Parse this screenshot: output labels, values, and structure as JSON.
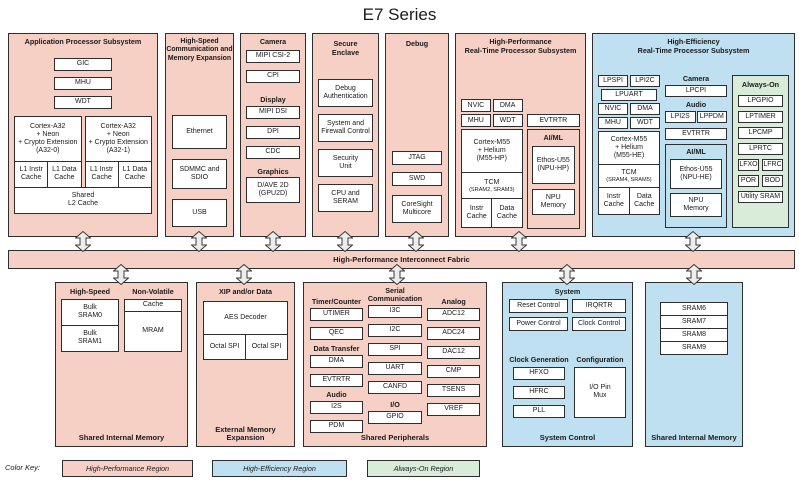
{
  "title": "E7 Series",
  "colors": {
    "region_high_performance": "#f6d0c5",
    "region_high_efficiency": "#bfe0f0",
    "region_always_on": "#d8ecd9",
    "border": "#2e2e2e"
  },
  "fabric_label": "High-Performance Interconnect Fabric",
  "top": {
    "app": {
      "title": "Application Processor Subsystem",
      "gic": "GIC",
      "mhu": "MHU",
      "wdt": "WDT",
      "cpu0": "Cortex-A32\n+ Neon\n+ Crypto Extension\n(A32-0)",
      "cpu1": "Cortex-A32\n+ Neon\n+ Crypto Extension\n(A32-1)",
      "l1i": "L1 Instr\nCache",
      "l1d": "L1 Data\nCache",
      "l2": "Shared\nL2 Cache"
    },
    "hscomm": {
      "title": "High-Speed\nCommunication and\nMemory Expansion",
      "ethernet": "Ethernet",
      "sdmmc": "SDMMC and\nSDIO",
      "usb": "USB"
    },
    "cam": {
      "camera_hdr": "Camera",
      "mipi_csi": "MIPI CSI-2",
      "cpi": "CPI",
      "display_hdr": "Display",
      "mipi_dsi": "MIPI DSI",
      "dpi": "DPI",
      "cdc": "CDC",
      "graphics_hdr": "Graphics",
      "gpu": "D/AVE 2D\n(GPU2D)"
    },
    "secure": {
      "title": "Secure\nEnclave",
      "items": [
        "Debug\nAuthentication",
        "System and\nFirewall Control",
        "Security\nUnit",
        "CPU and\nSERAM"
      ]
    },
    "debug": {
      "title": "Debug",
      "items": [
        "JTAG",
        "SWD",
        "CoreSight\nMulticore"
      ]
    },
    "hprt": {
      "title": "High-Performance\nReal-Time Processor Subsystem",
      "nvic": "NVIC",
      "dma": "DMA",
      "mhu": "MHU",
      "wdt": "WDT",
      "cpu": "Cortex-M55\n+ Helium\n(M55-HP)",
      "tcm": "TCM",
      "tcm_sub": "(SRAM2, SRAM3)",
      "icache": "Instr\nCache",
      "dcache": "Data\nCache",
      "evtrtr": "EVTRTR",
      "aiml_hdr": "AI/ML",
      "npu": "Ethos-U55\n(NPU-HP)",
      "npu_mem": "NPU\nMemory"
    },
    "hert": {
      "title": "High-Efficiency\nReal-Time Processor Subsystem",
      "lpspi": "LPSPI",
      "lpi2c": "LPI2C",
      "lpuart": "LPUART",
      "nvic": "NVIC",
      "dma": "DMA",
      "mhu": "MHU",
      "wdt": "WDT",
      "cpu": "Cortex-M55\n+ Helium\n(M55-HE)",
      "tcm": "TCM",
      "tcm_sub": "(SRAM4, SRAM5)",
      "icache": "Instr\nCache",
      "dcache": "Data\nCache",
      "camera_hdr": "Camera",
      "lpcpi": "LPCPI",
      "audio_hdr": "Audio",
      "lpi2s": "LPI2S",
      "lppdm": "LPPDM",
      "evtrtr": "EVTRTR",
      "aiml_hdr": "AI/ML",
      "npu": "Ethos-U55\n(NPU-HE)",
      "npu_mem": "NPU\nMemory",
      "ao": {
        "title": "Always-On",
        "items": [
          "LPGPIO",
          "LPTIMER",
          "LPCMP",
          "LPRTC"
        ],
        "lfxo": "LFXO",
        "lfrc": "LFRC",
        "por": "POR",
        "bod": "BOD",
        "utility": "Utility SRAM"
      }
    }
  },
  "bottom": {
    "memleft": {
      "hs_hdr": "High-Speed",
      "nv_hdr": "Non-Volatile",
      "sram0": "Bulk\nSRAM0",
      "sram1": "Bulk\nSRAM1",
      "cache": "Cache",
      "mram": "MRAM",
      "footer": "Shared Internal Memory"
    },
    "extmem": {
      "hdr": "XIP and/or Data",
      "aes": "AES Decoder",
      "spi0": "Octal SPI",
      "spi1": "Octal SPI",
      "footer": "External Memory\nExpansion"
    },
    "periph": {
      "timer_hdr": "Timer/Counter",
      "utimer": "UTIMER",
      "qec": "QEC",
      "dt_hdr": "Data Transfer",
      "dma": "DMA",
      "evtrtr": "EVTRTR",
      "audio_hdr": "Audio",
      "i2s": "I2S",
      "pdm": "PDM",
      "serial_hdr": "Serial\nCommunication",
      "serial_items": [
        "I3C",
        "I2C",
        "SPI",
        "UART",
        "CANFD"
      ],
      "io_hdr": "I/O",
      "gpio": "GPIO",
      "analog_hdr": "Analog",
      "analog_items": [
        "ADC12",
        "ADC24",
        "DAC12",
        "CMP",
        "TSENS",
        "VREF"
      ],
      "footer": "Shared Peripherals"
    },
    "sysctrl": {
      "system_hdr": "System",
      "reset": "Reset Control",
      "irqrtr": "IRQRTR",
      "power": "Power Control",
      "clock": "Clock Control",
      "clkgen_hdr": "Clock Generation",
      "clk_items": [
        "HFXO",
        "HFRC",
        "PLL"
      ],
      "config_hdr": "Configuration",
      "mux": "I/O Pin\nMux",
      "footer": "System Control"
    },
    "memright": {
      "items": [
        "SRAM6",
        "SRAM7",
        "SRAM8",
        "SRAM9"
      ],
      "footer": "Shared Internal Memory"
    }
  },
  "color_key": {
    "label": "Color Key:",
    "entries": [
      {
        "label": "High-Performance Region",
        "color": "#f6d0c5"
      },
      {
        "label": "High-Efficiency Region",
        "color": "#bfe0f0"
      },
      {
        "label": "Always-On Region",
        "color": "#d8ecd9"
      }
    ]
  }
}
